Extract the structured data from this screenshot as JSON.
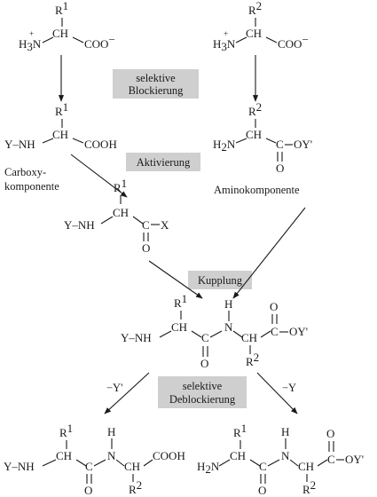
{
  "aa1": {
    "r": "R",
    "r_sup": "1",
    "ch": "CH",
    "plus": "+",
    "nh3": "H",
    "nh3_sub": "3",
    "nh3_n": "N",
    "coo": "COO",
    "coo_minus": "−"
  },
  "aa2": {
    "r": "R",
    "r_sup": "2",
    "ch": "CH",
    "plus": "+",
    "nh3": "H",
    "nh3_sub": "3",
    "nh3_n": "N",
    "coo": "COO",
    "coo_minus": "−"
  },
  "steps": {
    "blocking_line1": "selektive",
    "blocking_line2": "Blockierung",
    "activation": "Aktivierung",
    "coupling": "Kupplung",
    "deblocking_line1": "selektive",
    "deblocking_line2": "Deblockierung",
    "minus_y_prime": "−Y'",
    "minus_y": "−Y"
  },
  "carboxy": {
    "r": "R",
    "r_sup": "1",
    "ynh": "Y–NH",
    "ch": "CH",
    "cooh": "COOH",
    "label_line1": "Carboxy-",
    "label_line2": "komponente"
  },
  "amino": {
    "r": "R",
    "r_sup": "2",
    "h2n": "H",
    "h2n_sub": "2",
    "h2n_n": "N",
    "ch": "CH",
    "c": "C",
    "oy": "OY'",
    "o": "O",
    "label": "Aminokomponente"
  },
  "activated": {
    "r": "R",
    "r_sup": "1",
    "ynh": "Y–NH",
    "ch": "CH",
    "c": "C",
    "x": "X",
    "o": "O"
  },
  "dipeptide": {
    "r1": "R",
    "r1_sup": "1",
    "ynh": "Y–NH",
    "ch1": "CH",
    "c1": "C",
    "o1": "O",
    "h": "H",
    "n": "N",
    "ch2": "CH",
    "r2": "R",
    "r2_sup": "2",
    "c2": "C",
    "o2": "O",
    "oy": "OY'"
  },
  "product_left": {
    "r1": "R",
    "r1_sup": "1",
    "ynh": "Y–NH",
    "ch1": "CH",
    "c1": "C",
    "o1": "O",
    "h": "H",
    "n": "N",
    "ch2": "CH",
    "r2": "R",
    "r2_sup": "2",
    "cooh": "COOH"
  },
  "product_right": {
    "r1": "R",
    "r1_sup": "1",
    "h2n": "H",
    "h2n_sub": "2",
    "h2n_n": "N",
    "ch1": "CH",
    "c1": "C",
    "o1": "O",
    "h": "H",
    "n": "N",
    "ch2": "CH",
    "r2": "R",
    "r2_sup": "2",
    "c2": "C",
    "o2": "O",
    "oy": "OY'"
  }
}
